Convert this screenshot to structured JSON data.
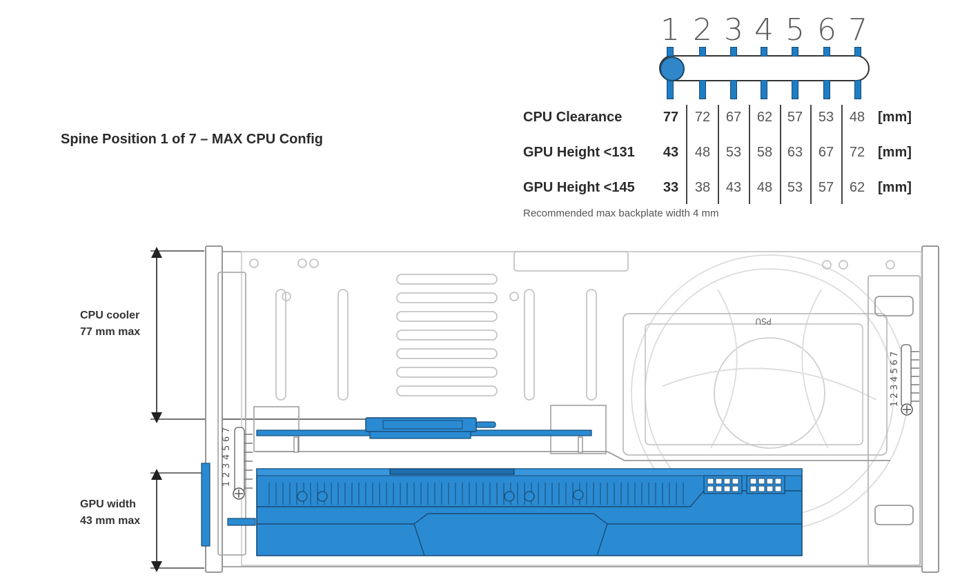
{
  "title": "Spine Position 1 of 7 – MAX CPU Config",
  "positions": [
    "1",
    "2",
    "3",
    "4",
    "5",
    "6",
    "7"
  ],
  "slider": {
    "selected": 1,
    "total": 7
  },
  "table": {
    "rows": [
      {
        "label": "CPU Clearance",
        "values": [
          "77",
          "72",
          "67",
          "62",
          "57",
          "53",
          "48"
        ],
        "unit": "[mm]"
      },
      {
        "label": "GPU Height <131",
        "values": [
          "43",
          "48",
          "53",
          "58",
          "63",
          "67",
          "72"
        ],
        "unit": "[mm]"
      },
      {
        "label": "GPU Height <145",
        "values": [
          "33",
          "38",
          "43",
          "48",
          "53",
          "57",
          "62"
        ],
        "unit": "[mm]"
      }
    ],
    "note": "Recommended max backplate width 4 mm"
  },
  "dims": {
    "cpu_line1": "CPU cooler",
    "cpu_line2": "77 mm max",
    "gpu_line1": "GPU width",
    "gpu_line2": "43 mm max"
  },
  "diagram": {
    "psu_label": "PSU",
    "left_scale": [
      "1",
      "2",
      "3",
      "4",
      "5",
      "6",
      "7"
    ],
    "right_scale": [
      "1",
      "2",
      "3",
      "4",
      "5",
      "6",
      "7"
    ]
  },
  "colors": {
    "accent": "#1f8ad4",
    "accent_dark": "#1a4a72",
    "line": "#c8c8c8",
    "text": "#2b2b2b"
  }
}
